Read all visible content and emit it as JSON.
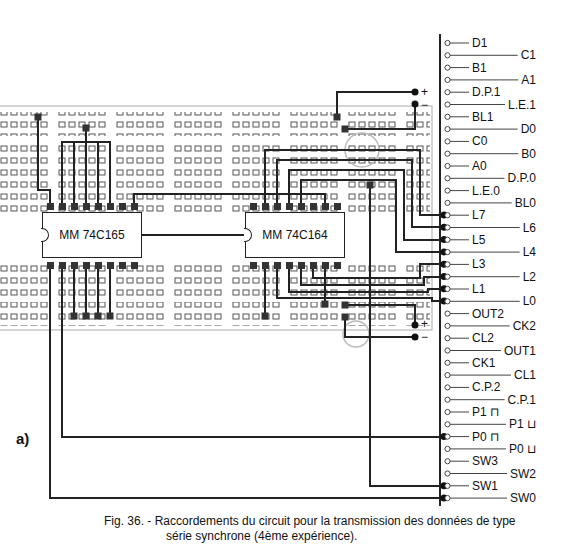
{
  "diagram": {
    "caption": "Fig. 36. - Raccordements du circuit pour la transmission des données de type série synchrone (4ème expérience).",
    "nodes": [
      {
        "text": [
          "MM 74C165"
        ]
      },
      {
        "text": [
          "MM 74C164"
        ]
      }
    ],
    "edges": [
      {
        "from": 0,
        "to": 1,
        "arrow": "none"
      }
    ],
    "labels": [
      "D1",
      "C1",
      "B1",
      "A1",
      "D.P.1",
      "L.E.1",
      "BL1",
      "D0",
      "C0",
      "B0",
      "A0",
      "D.P.0",
      "L.E.0",
      "BL0",
      "L7",
      "L6",
      "L5",
      "L4",
      "L3",
      "L2",
      "L1",
      "L0",
      "OUT2",
      "CK2",
      "CL2",
      "OUT1",
      "CK1",
      "CL1",
      "C.P.2",
      "C.P.1",
      "P1 ⊓",
      "P1 ⊔",
      "P0 ⊓",
      "P0 ⊔",
      "SW3",
      "SW2",
      "SW1",
      "SW0",
      "+",
      "−",
      "+",
      "−",
      "a)"
    ]
  }
}
